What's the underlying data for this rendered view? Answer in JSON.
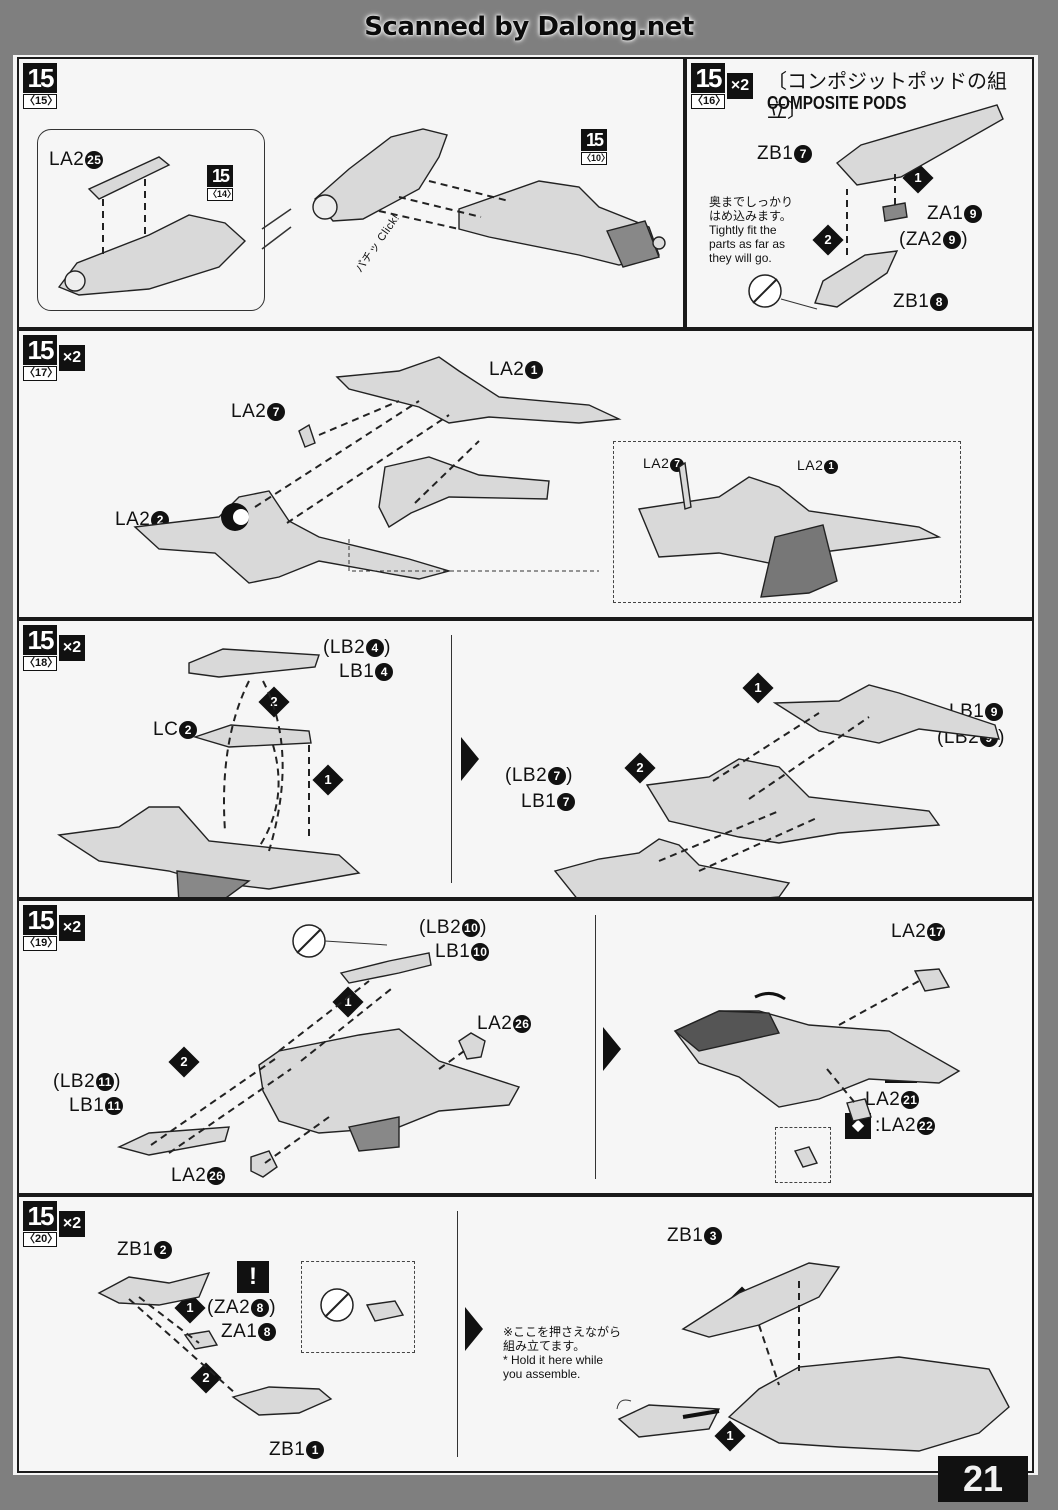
{
  "scan_header": "Scanned by Dalong.net",
  "page_number": "21",
  "panels": {
    "p15a": {
      "step": "15",
      "substep": "〈15〉",
      "labels": {
        "la2_25": "LA2",
        "la2_25n": "25",
        "ref14_step": "15",
        "ref14_sub": "〈14〉",
        "ref10_step": "15",
        "ref10_sub": "〈10〉",
        "click": "パチッ Click!"
      }
    },
    "p15b": {
      "step": "15",
      "substep": "〈16〉",
      "multiplier": "×2",
      "title_jp": "〔コンポジットポッドの組立〕",
      "title_en": "COMPOSITE PODS",
      "zb1_7": "ZB1",
      "zb1_7n": "7",
      "za1_9": "ZA1",
      "za1_9n": "9",
      "za2_9": "(ZA2",
      "za2_9n": "9",
      "za2_9c": ")",
      "zb1_8": "ZB1",
      "zb1_8n": "8",
      "seq1": "1",
      "seq2": "2",
      "note_jp1": "奥までしっかり",
      "note_jp2": "はめ込みます。",
      "note_en1": "Tightly fit the",
      "note_en2": "parts as far as",
      "note_en3": "they will go."
    },
    "p17": {
      "step": "15",
      "substep": "〈17〉",
      "multiplier": "×2",
      "la2_1": "LA2",
      "la2_1n": "1",
      "la2_7": "LA2",
      "la2_7n": "7",
      "la2_2": "LA2",
      "la2_2n": "2",
      "inset_la2_7": "LA2",
      "inset_la2_7n": "7",
      "inset_la2_1": "LA2",
      "inset_la2_1n": "1"
    },
    "p18": {
      "step": "15",
      "substep": "〈18〉",
      "multiplier": "×2",
      "lb2_4": "(LB2",
      "lb2_4n": "4",
      "lb2_4c": ")",
      "lb1_4": "LB1",
      "lb1_4n": "4",
      "lc_2": "LC",
      "lc_2n": "2",
      "lb1_9": "LB1",
      "lb1_9n": "9",
      "lb2_9": "(LB2",
      "lb2_9n": "9",
      "lb2_9c": ")",
      "lb2_7": "(LB2",
      "lb2_7n": "7",
      "lb2_7c": ")",
      "lb1_7": "LB1",
      "lb1_7n": "7",
      "seq1": "1",
      "seq2": "2"
    },
    "p19": {
      "step": "15",
      "substep": "〈19〉",
      "multiplier": "×2",
      "lb2_10": "(LB2",
      "lb2_10n": "10",
      "lb2_10c": ")",
      "lb1_10": "LB1",
      "lb1_10n": "10",
      "la2_26a": "LA2",
      "la2_26an": "26",
      "la2_26b": "LA2",
      "la2_26bn": "26",
      "lb2_11": "(LB2",
      "lb2_11n": "11",
      "lb2_11c": ")",
      "lb1_11": "LB1",
      "lb1_11n": "11",
      "la2_17": "LA2",
      "la2_17n": "17",
      "la2_21": "LA2",
      "la2_21n": "21",
      "la2_22": ":LA2",
      "la2_22n": "22",
      "warn": "!",
      "seq1": "1",
      "seq2": "2"
    },
    "p20": {
      "step": "15",
      "substep": "〈20〉",
      "multiplier": "×2",
      "zb1_2": "ZB1",
      "zb1_2n": "2",
      "za2_8": "(ZA2",
      "za2_8n": "8",
      "za2_8c": ")",
      "za1_8": "ZA1",
      "za1_8n": "8",
      "zb1_1": "ZB1",
      "zb1_1n": "1",
      "zb1_3": "ZB1",
      "zb1_3n": "3",
      "warn": "!",
      "seq1": "1",
      "seq2": "2",
      "seq2b": "2",
      "seq1b": "1",
      "note_jp1": "※ここを押さえながら",
      "note_jp2": "組み立てます。",
      "note_en1": "* Hold it here while",
      "note_en2": "you assemble."
    }
  }
}
